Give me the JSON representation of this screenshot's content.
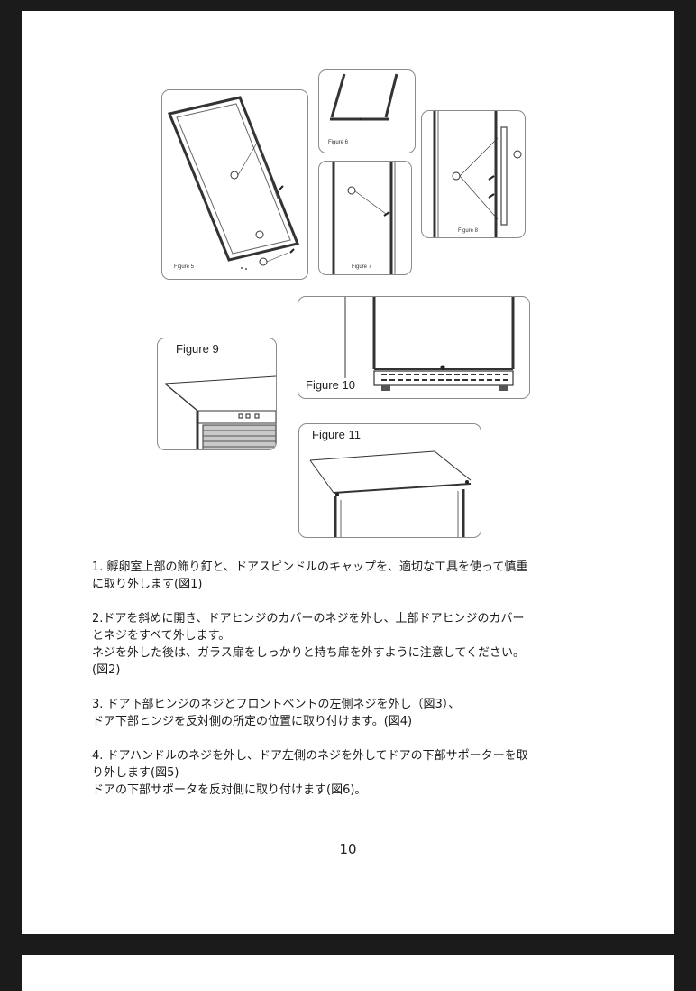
{
  "figures": {
    "fig5": "Figure 5",
    "fig6": "Figure 6",
    "fig7": "Figure 7",
    "fig8": "Figure 8",
    "fig9": "Figure 9",
    "fig10": "Figure 10",
    "fig11": "Figure 11"
  },
  "steps": [
    {
      "lines": [
        "1. 孵卵室上部の飾り釘と、ドアスピンドルのキャップを、適切な工具を使って慎重",
        "に取り外します(図1)"
      ]
    },
    {
      "lines": [
        "2.ドアを斜めに開き、ドアヒンジのカバーのネジを外し、上部ドアヒンジのカバー",
        "とネジをすべて外します。",
        "ネジを外した後は、ガラス扉をしっかりと持ち扉を外すように注意してください。",
        "(図2)"
      ]
    },
    {
      "lines": [
        "3. ドア下部ヒンジのネジとフロントベントの左側ネジを外し（図3）、",
        "ドア下部ヒンジを反対側の所定の位置に取り付けます。(図4)"
      ]
    },
    {
      "lines": [
        "4. ドアハンドルのネジを外し、ドア左側のネジを外してドアの下部サポーターを取",
        "り外します(図5)",
        "ドアの下部サポータを反対側に取り付けます(図6)。"
      ]
    }
  ],
  "page_number": "10"
}
